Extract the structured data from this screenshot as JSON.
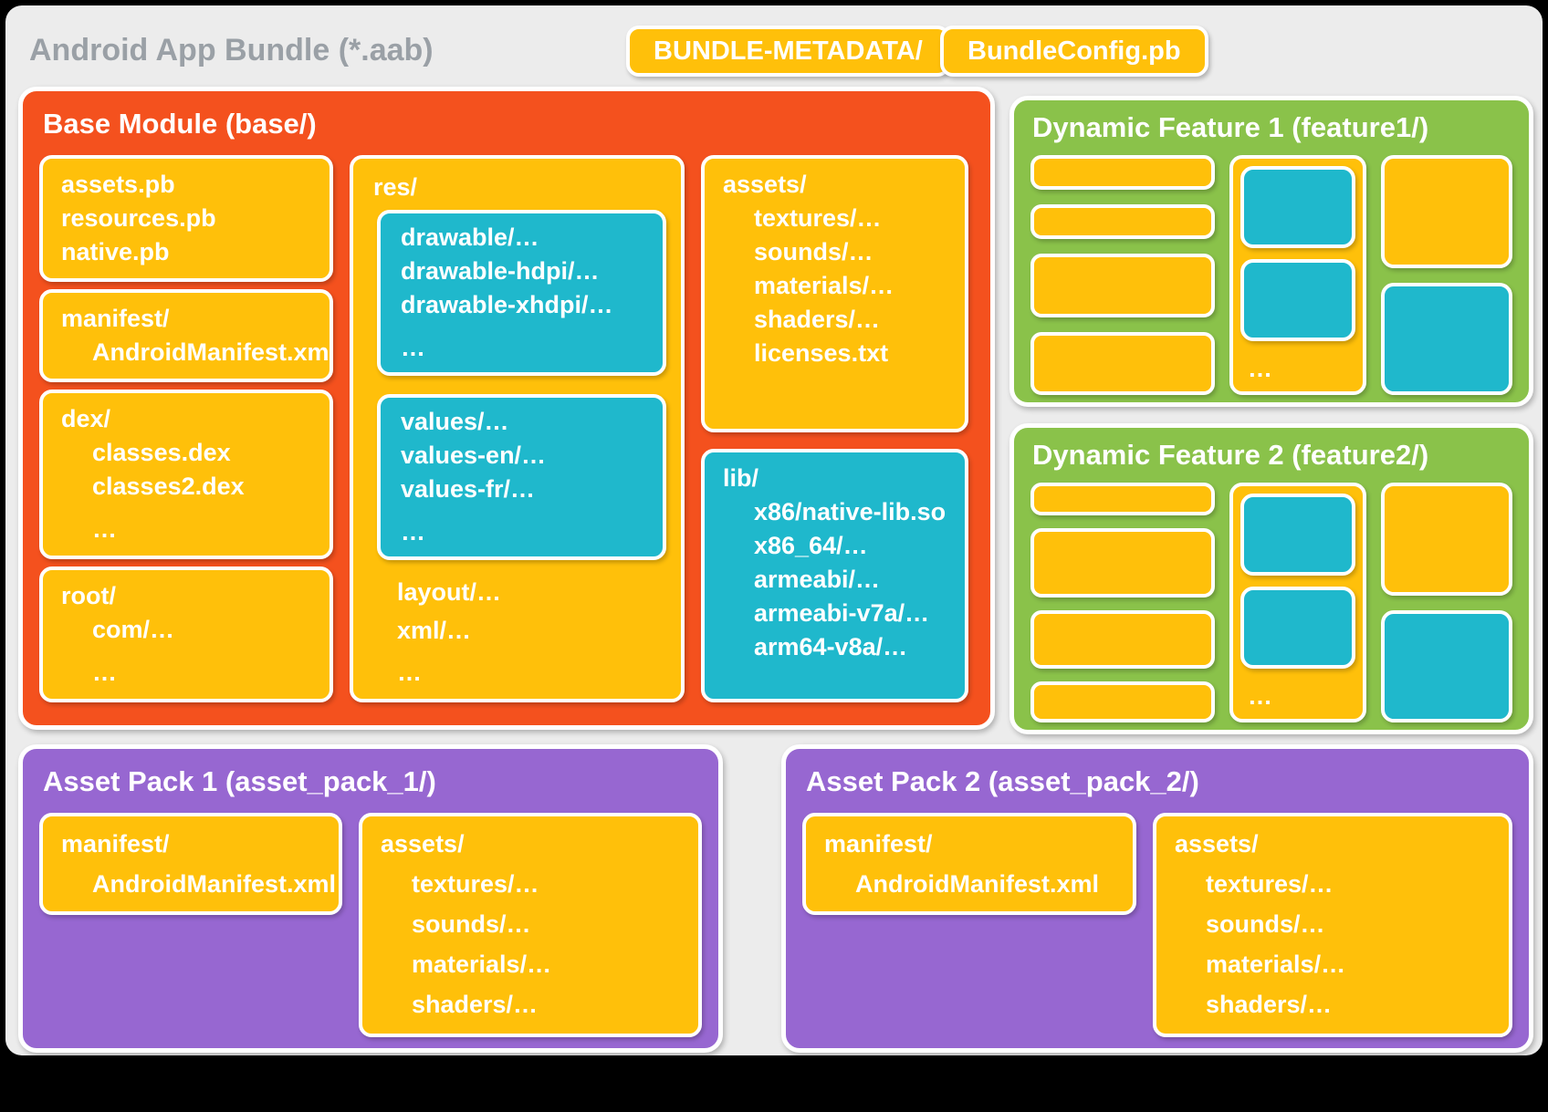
{
  "palette": {
    "orange": "#F4511E",
    "yellow": "#FFC00A",
    "cyan": "#1FB8CC",
    "green": "#8AC24A",
    "purple": "#9767D1",
    "card_background": "#ECECEC",
    "title_gray": "#9AA0A6",
    "box_text": "#FFFFFF"
  },
  "header": {
    "title": "Android App Bundle (*.aab)",
    "badge_metadata": "BUNDLE-METADATA/",
    "badge_config": "BundleConfig.pb"
  },
  "base_module": {
    "title": "Base Module (base/)",
    "pb_box": [
      "assets.pb",
      "resources.pb",
      "native.pb"
    ],
    "manifest_box": [
      "manifest/",
      "AndroidManifest.xml"
    ],
    "dex_box": [
      "dex/",
      "classes.dex",
      "classes2.dex",
      "…"
    ],
    "root_box": [
      "root/",
      "com/…",
      "…"
    ],
    "res_box": {
      "label": "res/",
      "drawable_box": [
        "drawable/…",
        "drawable-hdpi/…",
        "drawable-xhdpi/…",
        "…"
      ],
      "values_box": [
        "values/…",
        "values-en/…",
        "values-fr/…",
        "…"
      ],
      "tail": [
        "layout/…",
        "xml/…",
        "…"
      ]
    },
    "assets_box": [
      "assets/",
      "textures/…",
      "sounds/…",
      "materials/…",
      "shaders/…",
      "licenses.txt"
    ],
    "lib_box": [
      "lib/",
      "x86/native-lib.so",
      "x86_64/…",
      "armeabi/…",
      "armeabi-v7a/…",
      "arm64-v8a/…"
    ]
  },
  "feature1": {
    "title": "Dynamic Feature 1 (feature1/)",
    "ellipsis": "…"
  },
  "feature2": {
    "title": "Dynamic Feature 2 (feature2/)",
    "ellipsis": "…"
  },
  "asset_pack1": {
    "title": "Asset Pack 1 (asset_pack_1/)",
    "manifest_box": [
      "manifest/",
      "AndroidManifest.xml"
    ],
    "assets_box": [
      "assets/",
      "textures/…",
      "sounds/…",
      "materials/…",
      "shaders/…"
    ]
  },
  "asset_pack2": {
    "title": "Asset Pack 2 (asset_pack_2/)",
    "manifest_box": [
      "manifest/",
      "AndroidManifest.xml"
    ],
    "assets_box": [
      "assets/",
      "textures/…",
      "sounds/…",
      "materials/…",
      "shaders/…"
    ]
  }
}
